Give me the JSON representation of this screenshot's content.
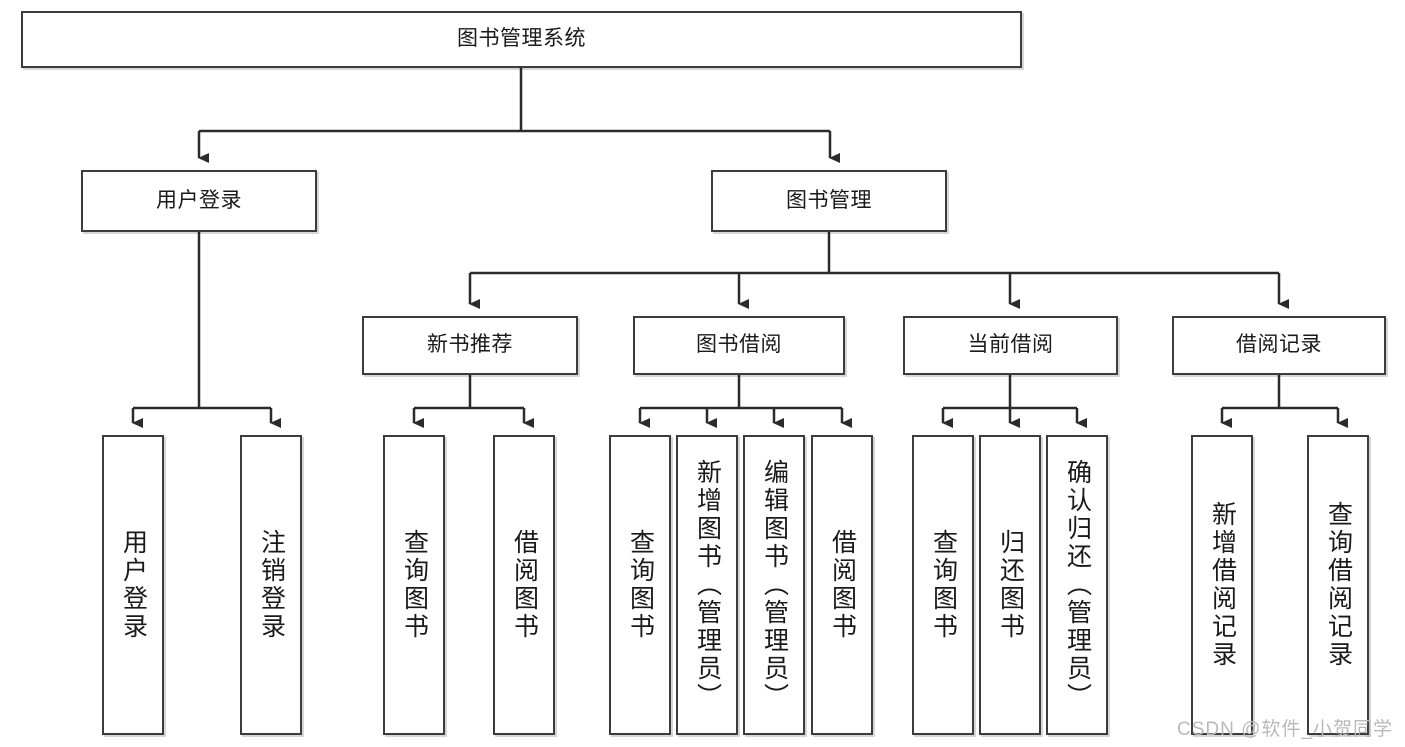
{
  "diagram": {
    "type": "tree",
    "title_node": {
      "label": "图书管理系统"
    },
    "level2": [
      {
        "label": "用户登录"
      },
      {
        "label": "图书管理"
      }
    ],
    "level3": [
      {
        "label": "新书推荐"
      },
      {
        "label": "图书借阅"
      },
      {
        "label": "当前借阅"
      },
      {
        "label": "借阅记录"
      }
    ],
    "leaves": {
      "user_login": [
        {
          "label": "用户登录"
        },
        {
          "label": "注销登录"
        }
      ],
      "new_book_recommend": [
        {
          "label": "查询图书"
        },
        {
          "label": "借阅图书"
        }
      ],
      "book_borrow": [
        {
          "label": "查询图书"
        },
        {
          "label": "新增图书（管理员）"
        },
        {
          "label": "编辑图书（管理员）"
        },
        {
          "label": "借阅图书"
        }
      ],
      "current_borrow": [
        {
          "label": "查询图书"
        },
        {
          "label": "归还图书"
        },
        {
          "label": "确认归还（管理员）"
        }
      ],
      "borrow_record": [
        {
          "label": "新增借阅记录"
        },
        {
          "label": "查询借阅记录"
        }
      ]
    }
  },
  "watermark": {
    "text": "CSDN @软件_小贺同学"
  },
  "colors": {
    "box_border": "#3c3c3c",
    "box_fill": "#ffffff",
    "edge": "#2b2b2b",
    "text": "#1a1a1a",
    "watermark": "#b9b9b9"
  }
}
